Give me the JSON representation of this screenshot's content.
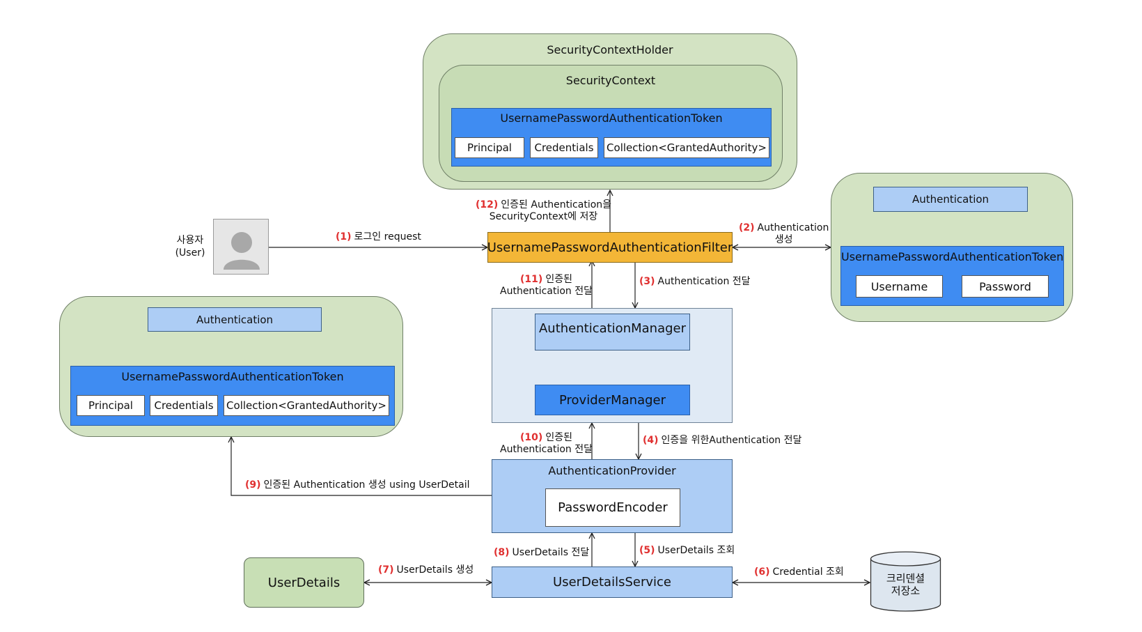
{
  "holder": {
    "title": "SecurityContextHolder",
    "context": {
      "title": "SecurityContext",
      "token": {
        "title": "UsernamePasswordAuthenticationToken",
        "fields": [
          "Principal",
          "Credentials",
          "Collection<GrantedAuthority>"
        ]
      }
    }
  },
  "right_group": {
    "interface": "Authentication",
    "token": {
      "title": "UsernamePasswordAuthenticationToken",
      "fields": [
        "Username",
        "Password"
      ]
    }
  },
  "left_group": {
    "interface": "Authentication",
    "token": {
      "title": "UsernamePasswordAuthenticationToken",
      "fields": [
        "Principal",
        "Credentials",
        "Collection<GrantedAuthority>"
      ]
    }
  },
  "user": {
    "line1": "사용자",
    "line2": "(User)"
  },
  "filter": "UsernamePasswordAuthenticationFilter",
  "manager": {
    "interface": "AuthenticationManager",
    "impl": "ProviderManager"
  },
  "provider": {
    "title": "AuthenticationProvider",
    "encoder": "PasswordEncoder"
  },
  "user_details": "UserDetails",
  "user_details_service": "UserDetailsService",
  "store": {
    "line1": "크리덴셜",
    "line2": "저장소"
  },
  "steps": {
    "s1": {
      "num": "(1)",
      "text": "로그인 request"
    },
    "s2": {
      "num": "(2)",
      "text": "Authentication",
      "text2": "생성"
    },
    "s3": {
      "num": "(3)",
      "text": "Authentication 전달"
    },
    "s4": {
      "num": "(4)",
      "text": "인증을 위한Authentication 전달"
    },
    "s5": {
      "num": "(5)",
      "text": "UserDetails 조회"
    },
    "s6": {
      "num": "(6)",
      "text": "Credential 조회"
    },
    "s7": {
      "num": "(7)",
      "text": "UserDetails 생성"
    },
    "s8": {
      "num": "(8)",
      "text": "UserDetails 전달"
    },
    "s9": {
      "num": "(9)",
      "text": "인증된 Authentication 생성 using UserDetail"
    },
    "s10": {
      "num": "(10)",
      "text": "인증된",
      "text2": "Authentication 전달"
    },
    "s11": {
      "num": "(11)",
      "text": "인증된",
      "text2": "Authentication 전달"
    },
    "s12": {
      "num": "(12)",
      "text": "인증된 Authentication을",
      "text2": "SecurityContext에 저장"
    }
  },
  "colors": {
    "container": "#d3e3c3",
    "token": "#3f8cf2",
    "interface": "#adcdf5",
    "filter": "#f3b637",
    "step_number": "#e03030"
  }
}
